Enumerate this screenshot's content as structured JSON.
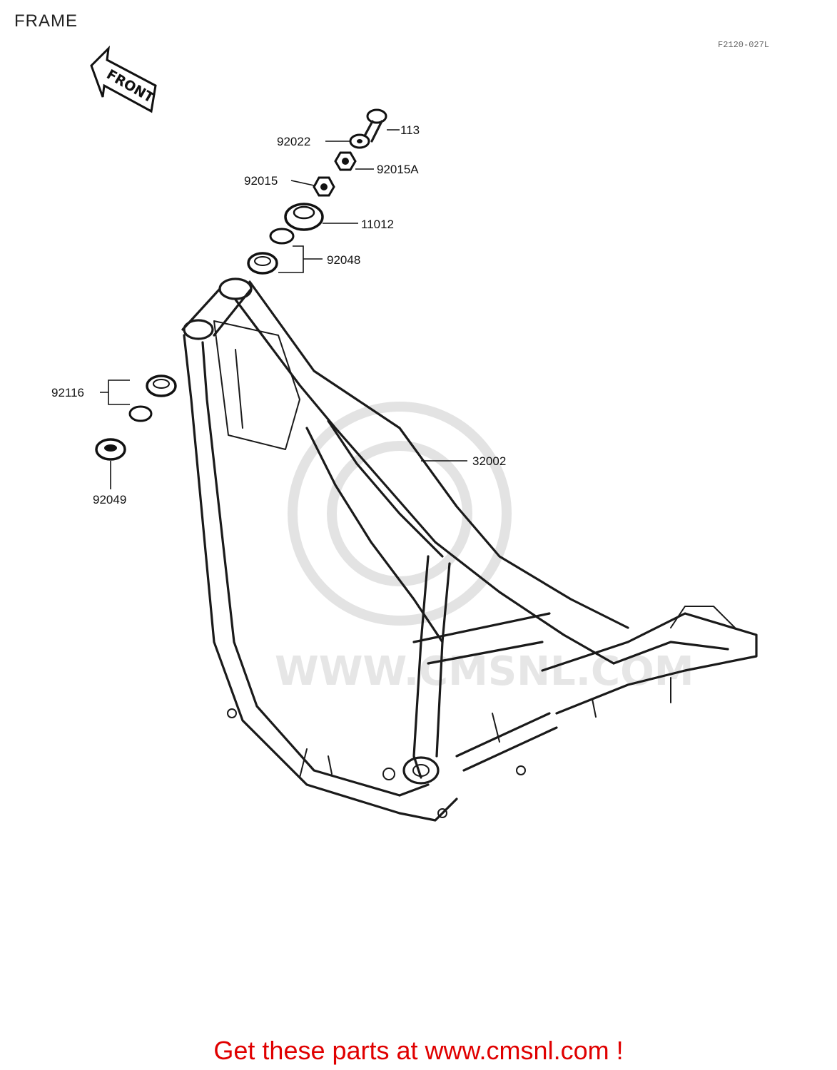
{
  "page": {
    "title": "FRAME",
    "diagram_code": "F2120-027L"
  },
  "front_arrow": {
    "label": "FRONT"
  },
  "watermark": {
    "text": "WWW.CMSNL.COM"
  },
  "parts": [
    {
      "id": "p113",
      "number": "113"
    },
    {
      "id": "p92022",
      "number": "92022"
    },
    {
      "id": "p92015A",
      "number": "92015A"
    },
    {
      "id": "p92015",
      "number": "92015"
    },
    {
      "id": "p11012",
      "number": "11012"
    },
    {
      "id": "p92048",
      "number": "92048"
    },
    {
      "id": "p92116",
      "number": "92116"
    },
    {
      "id": "p92049",
      "number": "92049"
    },
    {
      "id": "p32002",
      "number": "32002"
    }
  ],
  "footer": {
    "banner": "Get these parts at www.cmsnl.com !"
  },
  "colors": {
    "ink": "#1a1a1a",
    "banner": "#e00000",
    "watermark": "#e3e3e3"
  }
}
